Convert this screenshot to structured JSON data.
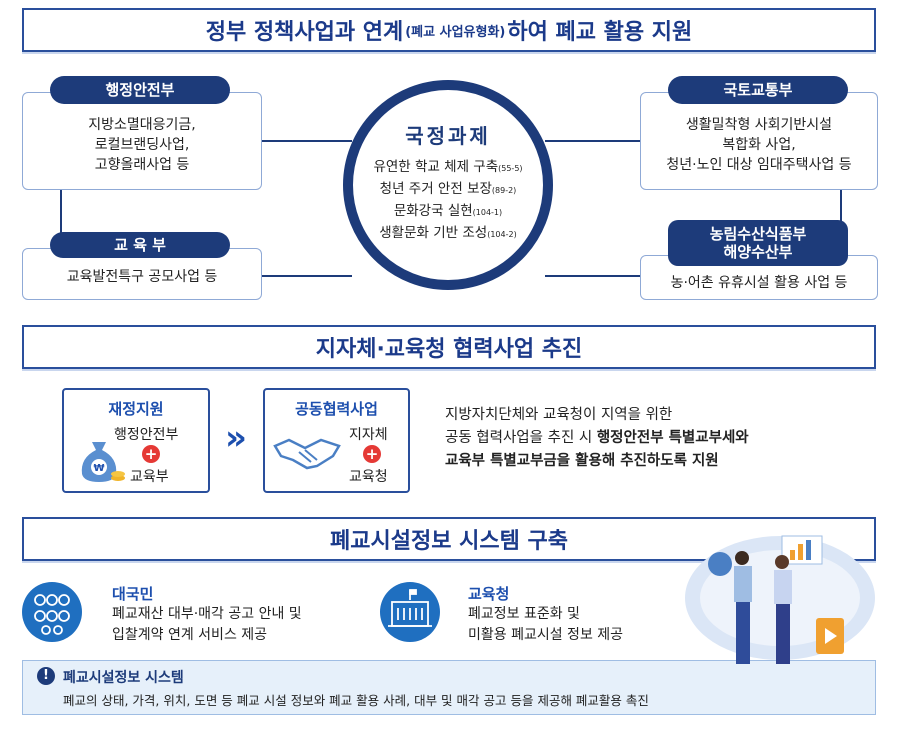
{
  "top": {
    "title_a": "정부 정책사업과 연계",
    "title_small": "(폐교 사업유형화)",
    "title_b": "하여 폐교 활용 지원"
  },
  "left": [
    {
      "label": "행정안전부",
      "lines": [
        "지방소멸대응기금,",
        "로컬브랜딩사업,",
        "고향올래사업 등"
      ]
    },
    {
      "label": "교 육 부",
      "lines": [
        "교육발전특구 공모사업 등"
      ]
    }
  ],
  "right": [
    {
      "label": "국토교통부",
      "lines": [
        "생활밀착형 사회기반시설",
        "복합화 사업,",
        "청년·노인 대상 임대주택사업 등"
      ]
    },
    {
      "label": [
        "농림수산식품부",
        "해양수산부"
      ],
      "lines": [
        "농·어촌 유휴시설 활용 사업 등"
      ]
    }
  ],
  "center": {
    "title": "국정과제",
    "items": [
      {
        "text": "유연한 학교 체제 구축",
        "code": "(55-5)"
      },
      {
        "text": "청년 주거 안전 보장",
        "code": "(89-2)"
      },
      {
        "text": "문화강국 실현",
        "code": "(104-1)"
      },
      {
        "text": "생활문화 기반 조성",
        "code": "(104-2)"
      }
    ]
  },
  "section2": {
    "title": "지자체·교육청 협력사업 추진",
    "card1": {
      "title": "재정지원",
      "a": "행정안전부",
      "plus": "+",
      "b": "교육부"
    },
    "card2": {
      "title": "공동협력사업",
      "a": "지자체",
      "plus": "+",
      "b": "교육청"
    },
    "arrow": "»",
    "desc_1": "지방자치단체와 교육청이 지역을 위한",
    "desc_2a": "공동 협력사업을 추진 시 ",
    "desc_2b": "행정안전부 특별교부세와",
    "desc_3": "교육부 특별교부금을 활용해 추진하도록 지원"
  },
  "section3": {
    "title": "폐교시설정보 시스템 구축",
    "public": {
      "title": "대국민",
      "l1": "폐교재산 대부·매각 공고 안내 및",
      "l2": "입찰계약 연계 서비스 제공"
    },
    "office": {
      "title": "교육청",
      "l1": "폐교정보 표준화 및",
      "l2": "미활용 폐교시설 정보 제공"
    },
    "note": {
      "icon": "!",
      "title": "폐교시설정보 시스템",
      "text": "폐교의 상태, 가격, 위치, 도면 등 폐교 시설 정보와 폐교 활용 사례, 대부 및 매각 공고 등을 제공해 폐교활용 촉진"
    }
  },
  "colors": {
    "navy": "#1d3b7a",
    "blue": "#1d4fae",
    "red": "#e53935"
  }
}
